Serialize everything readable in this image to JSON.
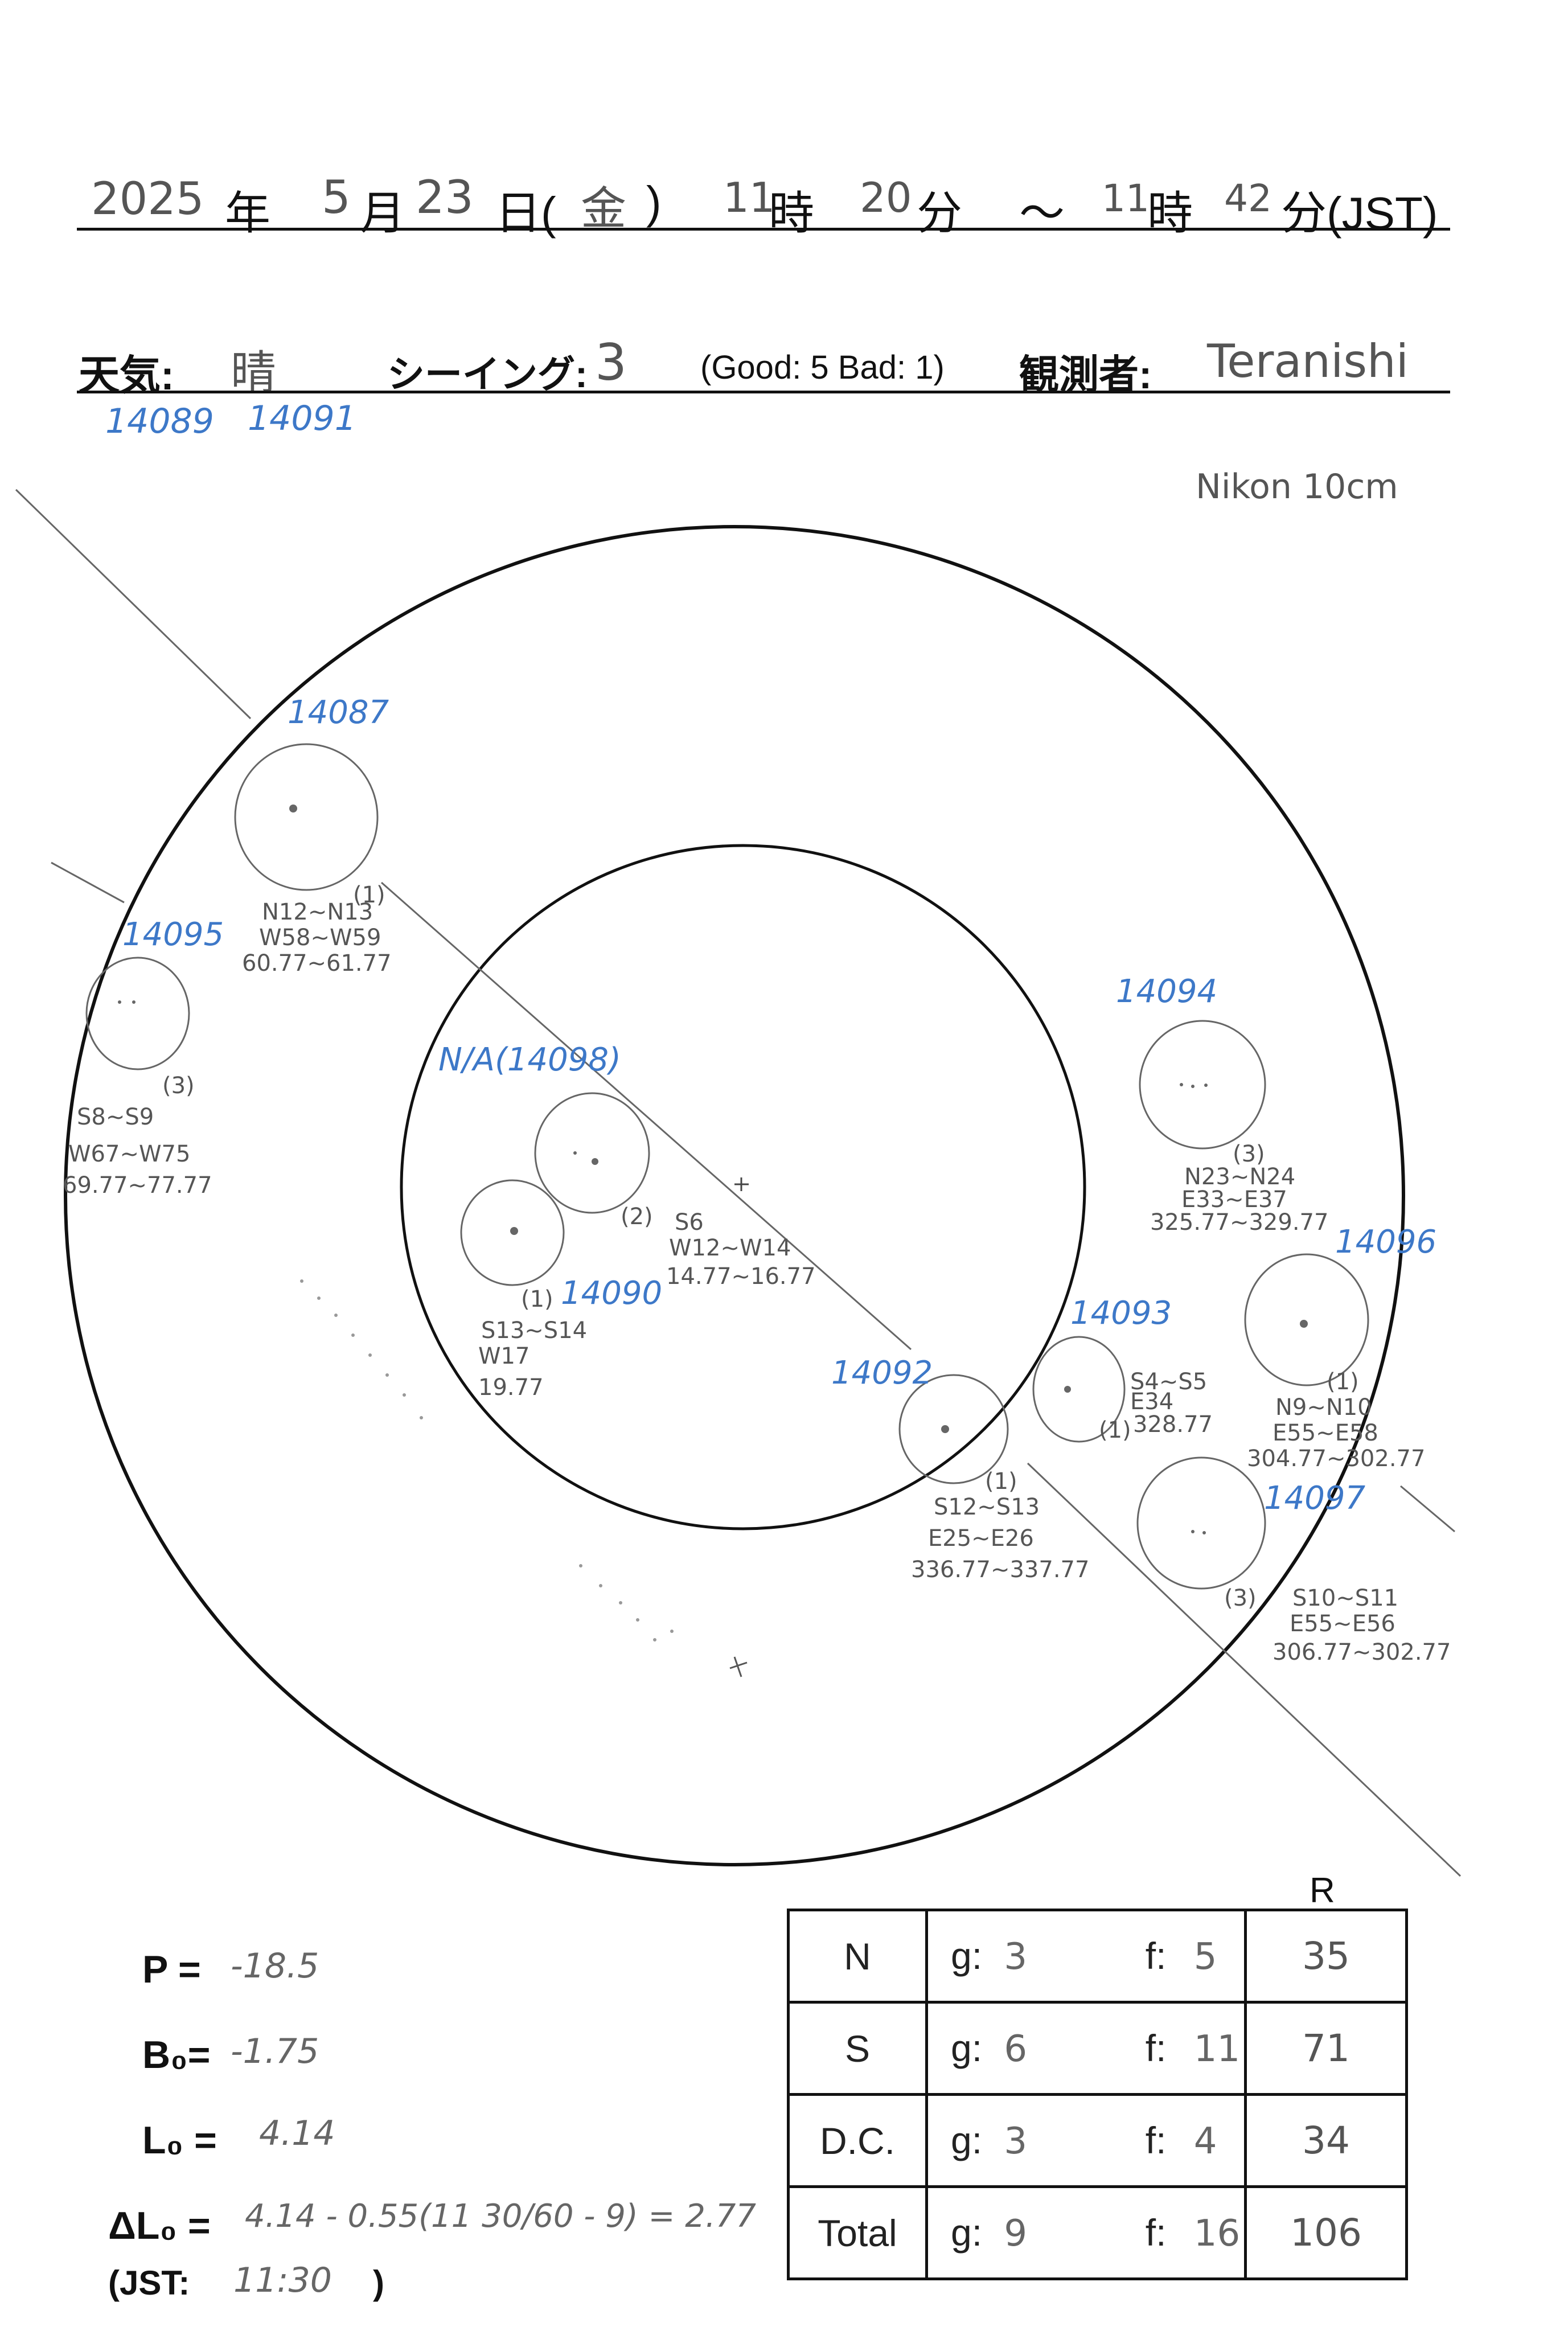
{
  "header": {
    "year": "2025",
    "year_unit": "年",
    "month": "5",
    "month_unit": "月",
    "day": "23",
    "day_unit": "日(",
    "weekday": "金",
    "close_paren": ")",
    "start_hour": "11",
    "hour_unit": "時",
    "start_minute": "20",
    "minute_unit": "分",
    "tilde": "～",
    "end_hour": "11",
    "end_minute": "42",
    "tz_suffix": "分(JST)"
  },
  "conditions": {
    "weather_label": "天気:",
    "weather": "晴",
    "seeing_label": "シーイング:",
    "seeing": "3",
    "scale_note": "(Good: 5  Bad: 1)",
    "observer_label": "観測者:",
    "observer": "Teranishi"
  },
  "top_regions": [
    "14089",
    "14091"
  ],
  "instrument": "Nikon 10cm",
  "spots": [
    {
      "region": "14087",
      "count": "(1)",
      "lines": [
        "N12~N13",
        "W58~W59",
        "60.77~61.77"
      ]
    },
    {
      "region": "14095",
      "count": "(3)",
      "lines": [
        "S8~S9",
        "W67~W75",
        "69.77~77.77"
      ]
    },
    {
      "region": "N/A(14098)",
      "count": "(2)",
      "lines": [
        "S6",
        "W12~W14",
        "14.77~16.77"
      ]
    },
    {
      "region": "14090",
      "count": "(1)",
      "lines": [
        "S13~S14",
        "W17",
        "19.77"
      ]
    },
    {
      "region": "14094",
      "count": "(3)",
      "lines": [
        "N23~N24",
        "E33~E37",
        "325.77~329.77"
      ]
    },
    {
      "region": "14096",
      "count": "(1)",
      "lines": [
        "N9~N10",
        "E55~E58",
        "304.77~302.77"
      ]
    },
    {
      "region": "14093",
      "count": "(1)",
      "lines": [
        "S4~S5",
        "E34",
        "328.77"
      ]
    },
    {
      "region": "14092",
      "count": "(1)",
      "lines": [
        "S12~S13",
        "E25~E26",
        "336.77~337.77"
      ]
    },
    {
      "region": "14097",
      "count": "(3)",
      "lines": [
        "S10~S11",
        "E55~E56",
        "306.77~302.77"
      ]
    }
  ],
  "params": {
    "p_label": "P =",
    "p_value": "-18.5",
    "b0_label": "B₀=",
    "b0_value": "-1.75",
    "l0_label": "L₀ =",
    "l0_value": "4.14",
    "dl0_label": "ΔL₀ =",
    "dl0_value": "4.14 - 0.55(11 30/60 - 9) = 2.77",
    "jst_label": "(JST:",
    "jst_value": "11:30",
    "jst_close": ")"
  },
  "table": {
    "r_header": "R",
    "g_label": "g:",
    "f_label": "f:",
    "rows": [
      {
        "label": "N",
        "g": "3",
        "f": "5",
        "r": "35"
      },
      {
        "label": "S",
        "g": "6",
        "f": "11",
        "r": "71"
      },
      {
        "label": "D.C.",
        "g": "3",
        "f": "4",
        "r": "34"
      },
      {
        "label": "Total",
        "g": "9",
        "f": "16",
        "r": "106"
      }
    ]
  }
}
